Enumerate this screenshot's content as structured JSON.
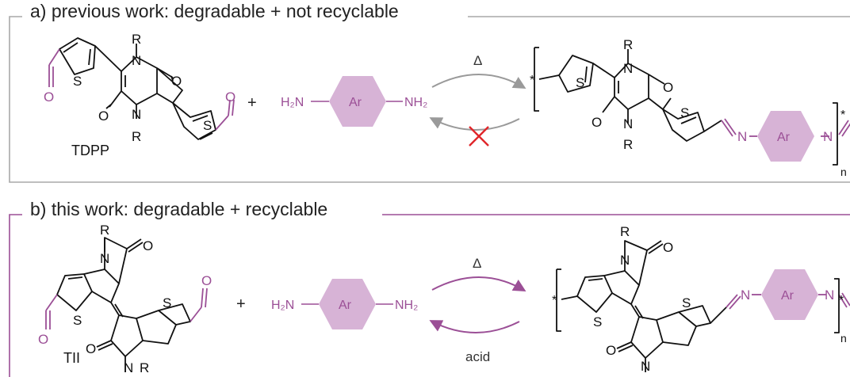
{
  "panels": [
    {
      "title": "a) previous work: degradable + not recyclable",
      "monomer_label": "TDPP",
      "reverse_blocked": true,
      "forward_condition": "Δ",
      "reverse_condition": ""
    },
    {
      "title": "b) this work: degradable + recyclable",
      "monomer_label": "TII",
      "reverse_blocked": false,
      "forward_condition": "Δ",
      "reverse_condition": "acid"
    }
  ],
  "atoms": {
    "R": "R",
    "N": "N",
    "S": "S",
    "O": "O",
    "n": "n",
    "star": "*",
    "plus": "+"
  },
  "diamine": {
    "left": "H₂N",
    "core": "Ar",
    "right": "NH₂"
  },
  "colors": {
    "purple": "#9b4f96",
    "hex_fill": "#d7b3d6",
    "gray_frame": "#a8a8a8",
    "cross": "#e0262a"
  }
}
